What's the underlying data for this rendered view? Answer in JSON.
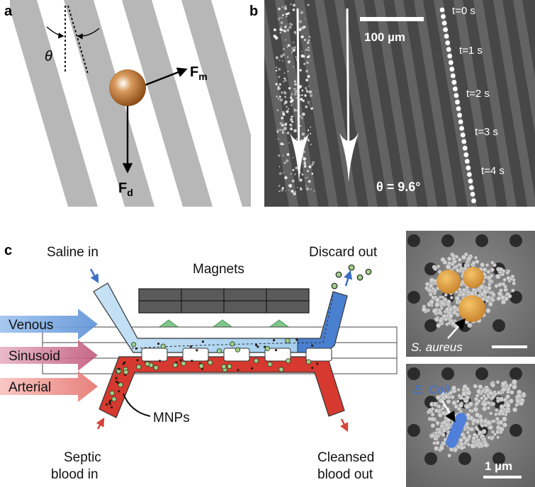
{
  "panel_a": {
    "label": "a",
    "theta_symbol": "θ",
    "force_magnetic_main": "F",
    "force_magnetic_sub": "m",
    "force_drag_main": "F",
    "force_drag_sub": "d",
    "colors": {
      "stripe": "#b7b7b7",
      "bead": "#b86a2c",
      "arrow": "#000000"
    }
  },
  "panel_b": {
    "label": "b",
    "scale_bar": "100 µm",
    "angle_label": "θ = 9.6°",
    "time_labels": [
      "t=0 s",
      "t=1 s",
      "t=2 s",
      "t=3 s",
      "t=4 s"
    ],
    "colors": {
      "background": "#4a4a4a",
      "stripe": "#6c6c6c",
      "bead": "#ffffff"
    }
  },
  "panel_c": {
    "label": "c",
    "magnets": "Magnets",
    "saline_in": "Saline in",
    "discard_out": "Discard out",
    "venous": "Venous",
    "sinusoid": "Sinusoid",
    "arterial": "Arterial",
    "mnps": "MNPs",
    "septic_line1": "Septic",
    "septic_line2": "blood in",
    "cleansed_line1": "Cleansed",
    "cleansed_line2": "blood out",
    "colors": {
      "saline": "#a9d2ef",
      "blood": "#d83a32",
      "venous": "#5b90d6",
      "sinusoid": "#c86a8a",
      "arterial": "#ef9a95",
      "magnet": "#5a5a5a",
      "green_arrow": "#7fc68a"
    }
  },
  "micrographs": {
    "top_label": "S. aureus",
    "bottom_label": "E. Coli",
    "scale_bar": "1 µm",
    "colors": {
      "staph": "#e3a33f",
      "ecoli": "#4f7fd8",
      "membrane": "#3a3a3a"
    }
  }
}
